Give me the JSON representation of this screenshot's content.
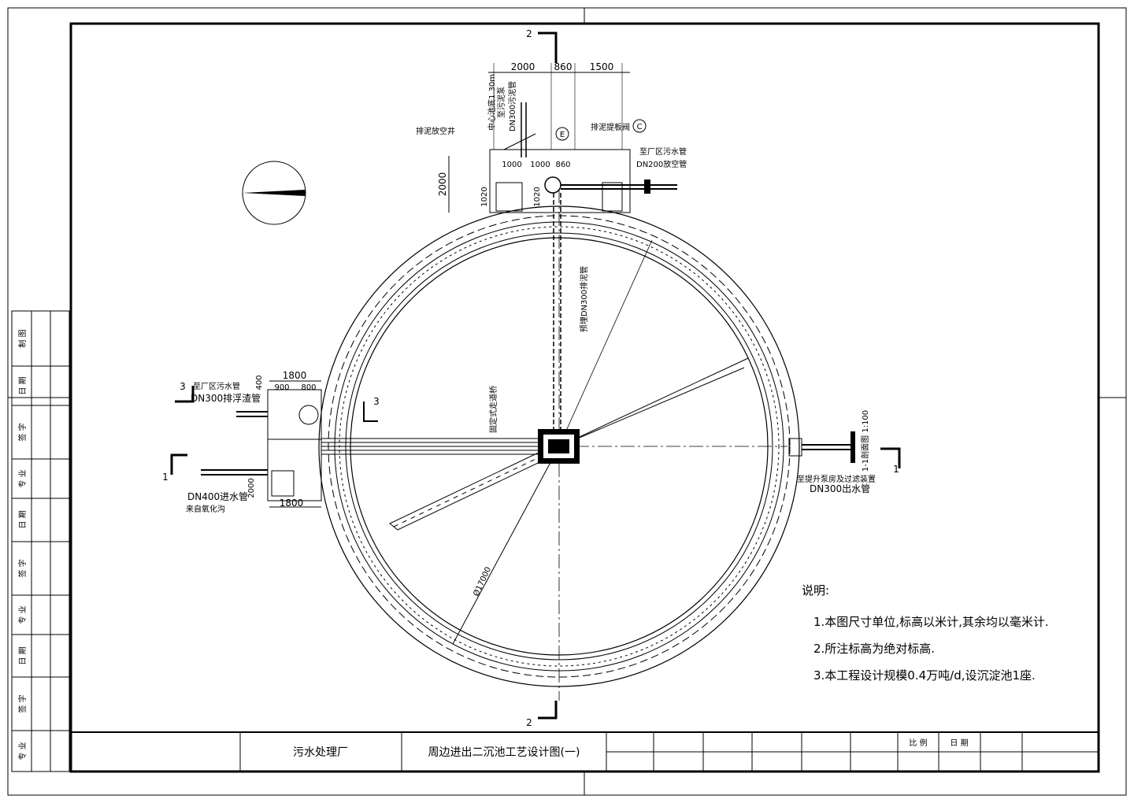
{
  "drawing": {
    "notes_title": "说明:",
    "notes": [
      "1.本图尺寸单位,标高以米计,其余均以毫米计.",
      "2.所注标高为绝对标高.",
      "3.本工程设计规模0.4万吨/d,设沉淀池1座."
    ],
    "dims": {
      "d2000a": "2000",
      "d860a": "860",
      "d1500": "1500",
      "d2000b": "2000",
      "d1020a": "1020",
      "d1020b": "1020",
      "row1000a": "1000",
      "row1000b": "1000",
      "row860": "860",
      "d1800a": "1800",
      "d900": "900",
      "d800": "800",
      "d400": "400",
      "d2000c": "2000",
      "d1800b": "1800",
      "diameter": "Ø17000"
    },
    "labels": {
      "center_elev": "中心池底1.30m",
      "to_sludge": "至污泥泵",
      "dn300_sludge_top": "DN300污泥管",
      "sludge_well": "排泥放空井",
      "sludge_valve": "排泥提板阀",
      "circle_e": "E",
      "circle_c": "C",
      "to_plant_top": "至厂区污水管",
      "dn200": "DN200放空管",
      "buried_dn300": "预埋DN300排泥管",
      "bridge": "固定式走道桥",
      "to_plant_left": "至厂区污水管",
      "dn300_left": "DN300排浮渣管",
      "dn400": "DN400进水管",
      "from_anoxic": "来自氧化沟",
      "right_note": "至提升泵房及过滤装置",
      "dn300_out": "DN300出水管",
      "right_vert": "1-1剖面图 1:100"
    },
    "section_marks": {
      "top": "2",
      "bottom": "2",
      "left_upper": "3",
      "left_lower": "1",
      "right": "1",
      "mid": "3"
    },
    "title_block": {
      "project": "污水处理厂",
      "drawing_title": "周边进出二沉池工艺设计图(一)",
      "scale_label": "比 例",
      "date_label": "日 期"
    },
    "side_block": [
      "制 图",
      "日 期",
      "签 字",
      "专 业",
      "日 期",
      "签 字",
      "专 业",
      "日 期",
      "签 字",
      "专 业"
    ]
  }
}
